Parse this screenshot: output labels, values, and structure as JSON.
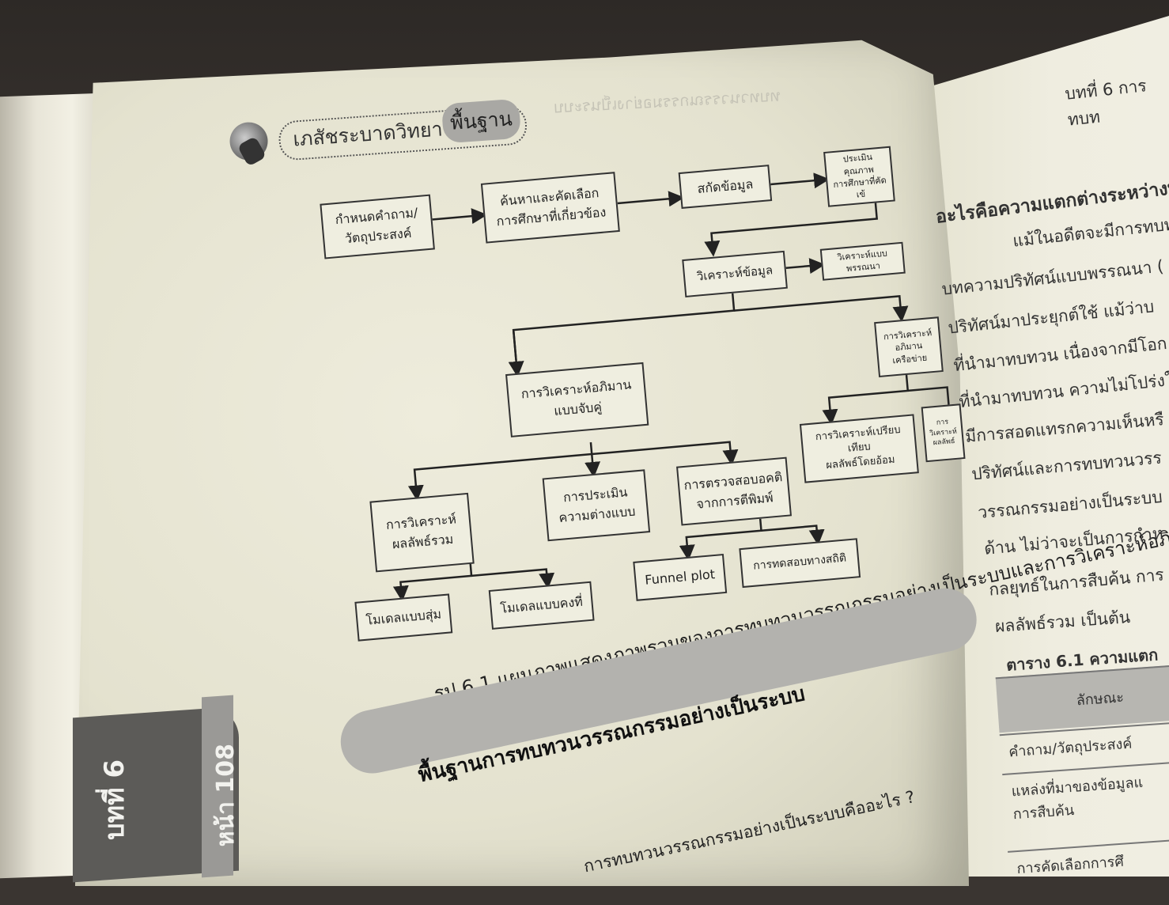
{
  "header": {
    "brand_title": "เภสัชระบาดวิทยา",
    "brand_tag": "พื้นฐาน",
    "right_running_head": "บทที่ 6 การทบท"
  },
  "side_tab": {
    "chapter": "บทที่ 6",
    "page": "หน้า 108"
  },
  "flowchart": {
    "boxes": {
      "question": "กำหนดคำถาม/\nวัตถุประสงค์",
      "search": "ค้นหาและคัดเลือก\nการศึกษาที่เกี่ยวข้อง",
      "extract": "สกัดข้อมูล",
      "quality": "ประเมินคุณภาพ\nการศึกษาที่คัดเข้",
      "analyze": "วิเคราะห์ข้อมูล",
      "narrative": "วิเคราะห์แบบพรรณนา",
      "pairwise": "การวิเคราะห์อภิมาน\nแบบจับคู่",
      "network": "การวิเคราะห์อภิมาน\nเครือข่าย",
      "pooled": "การวิเคราะห์\nผลลัพธ์รวม",
      "heterogeneity": "การประเมิน\nความต่างแบบ",
      "pubbias": "การตรวจสอบอคติ\nจากการตีพิมพ์",
      "indirect": "การวิเคราะห์เปรียบเทียบ\nผลลัพธ์โดยอ้อม",
      "mixed": "การวิเคราะห์\nผลลัพธ์",
      "random": "โมเดลแบบสุ่ม",
      "fixed": "โมเดลแบบคงที่",
      "funnel": "Funnel plot",
      "stattest": "การทดสอบทางสถิติ"
    },
    "caption": "รูป 6.1 แผนภาพแสดงภาพรวมของการทบทวนวรรณกรรมอย่างเป็นระบบและการวิเคราะห์อภิมาน"
  },
  "section": {
    "title": "พื้นฐานการทบทวนวรรณกรรมอย่างเป็นระบบ",
    "question": "การทบทวนวรรณกรรมอย่างเป็นระบบคืออะไร ?"
  },
  "right_page": {
    "heading": "อะไรคือความแตกต่างระหว่างบ",
    "lines": [
      "แม้ในอดีตจะมีการทบท",
      "บทความปริทัศน์แบบพรรณนา (",
      "ปริทัศน์มาประยุกต์ใช้ แม้ว่าบ",
      "ที่นำมาทบทวน เนื่องจากมีโอก",
      "ที่นำมาทบทวน ความไม่โปร่งใ",
      "มีการสอดแทรกความเห็นหรื",
      "ปริทัศน์และการทบทวนวรร",
      "วรรณกรรมอย่างเป็นระบบ",
      "ด้าน ไม่ว่าจะเป็นการกำห",
      "กลยุทธ์ในการสืบค้น การ",
      "ผลลัพธ์รวม เป็นต้น"
    ],
    "table_caption": "ตาราง 6.1 ความแตก",
    "table_header": "ลักษณะ",
    "table_rows": [
      "คำถาม/วัตถุประสงค์",
      "แหล่งที่มาของข้อมูลแ\nการสืบค้น",
      "การคัดเลือกการศึ"
    ]
  }
}
